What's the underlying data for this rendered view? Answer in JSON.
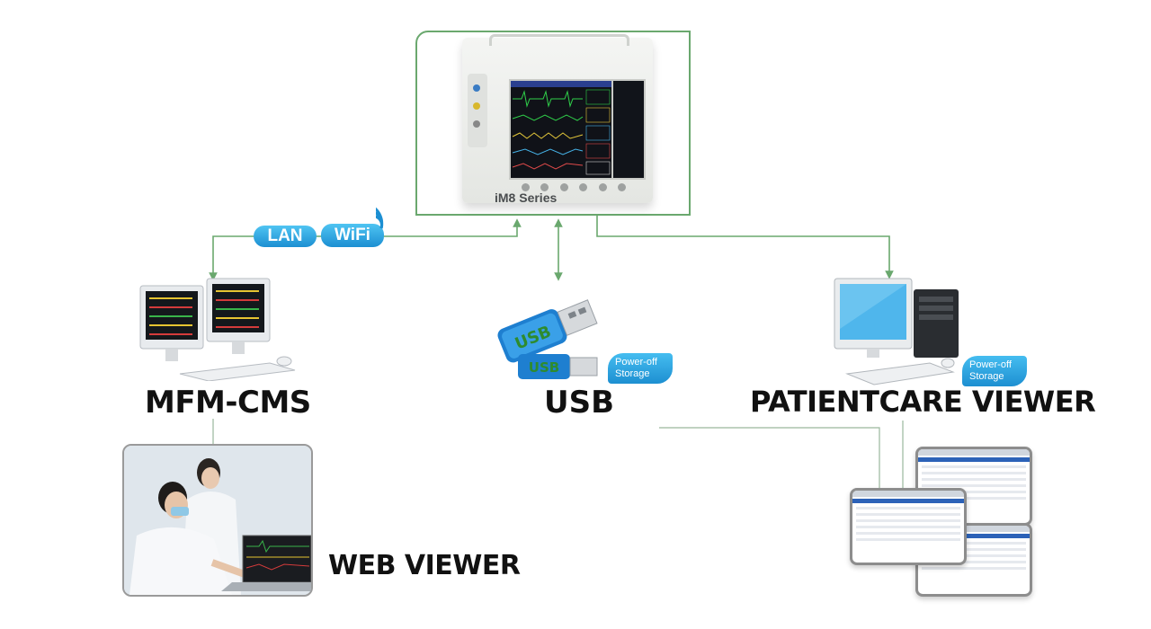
{
  "central_device": {
    "caption": "iM8 Series"
  },
  "connections": {
    "lan_label": "LAN",
    "wifi_label": "WiFi"
  },
  "nodes": {
    "cms": {
      "label": "MFM-CMS"
    },
    "usb": {
      "label": "USB",
      "badge_line1": "Power-off",
      "badge_line2": "Storage"
    },
    "viewer": {
      "label": "PATIENTCARE VIEWER",
      "badge_line1": "Power-off",
      "badge_line2": "Storage"
    },
    "web": {
      "label": "WEB VIEWER"
    }
  },
  "colors": {
    "connector": "#6aa86e",
    "accent_blue": "#1c8fd2",
    "usb_green": "#2e8b2e"
  },
  "icons": {
    "wifi": "wifi-signal-icon",
    "cms": "dual-monitor-workstation-icon",
    "usb": "usb-stick-icon",
    "viewer": "desktop-pc-icon"
  }
}
